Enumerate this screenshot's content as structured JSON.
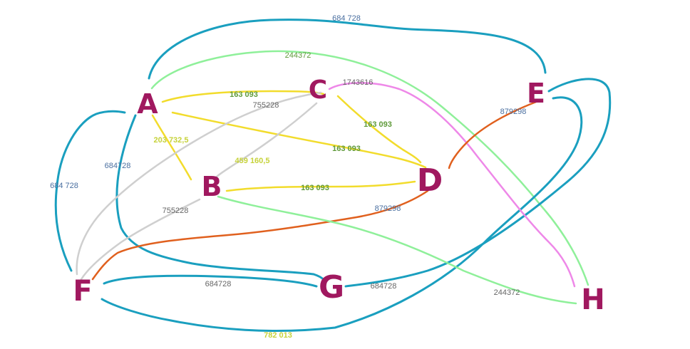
{
  "colors": {
    "node": "#a0185f",
    "teal": "#1a9fbf",
    "lime": "#8ff09a",
    "yellow": "#f2dc2c",
    "gray": "#cfcfcf",
    "orange": "#e0601e",
    "pink": "#ee88e8",
    "label_blue": "#4a6fa0",
    "label_gray": "#666666",
    "label_green": "#5f9a3a",
    "label_yellow": "#c6d23a"
  },
  "nodes": {
    "A": "A",
    "B": "B",
    "C": "C",
    "D": "D",
    "E": "E",
    "F": "F",
    "G": "G",
    "H": "H"
  },
  "edge_labels": {
    "A_E": "684 728",
    "A_H": "244372",
    "A_C": "163 093",
    "C_F": "755228",
    "C_H": "1743616",
    "E_D": "879298",
    "C_D": "163 093",
    "A_D": "163 093",
    "A_B": "203 732,5",
    "A_G": "684728",
    "C_B": "459 160,5",
    "F_A": "684 728",
    "B_D": "163 093",
    "B_F": "755228",
    "F_D": "879298",
    "F_G": "684728",
    "G_E": "684728",
    "B_H": "244372",
    "F_E": "782 013"
  }
}
